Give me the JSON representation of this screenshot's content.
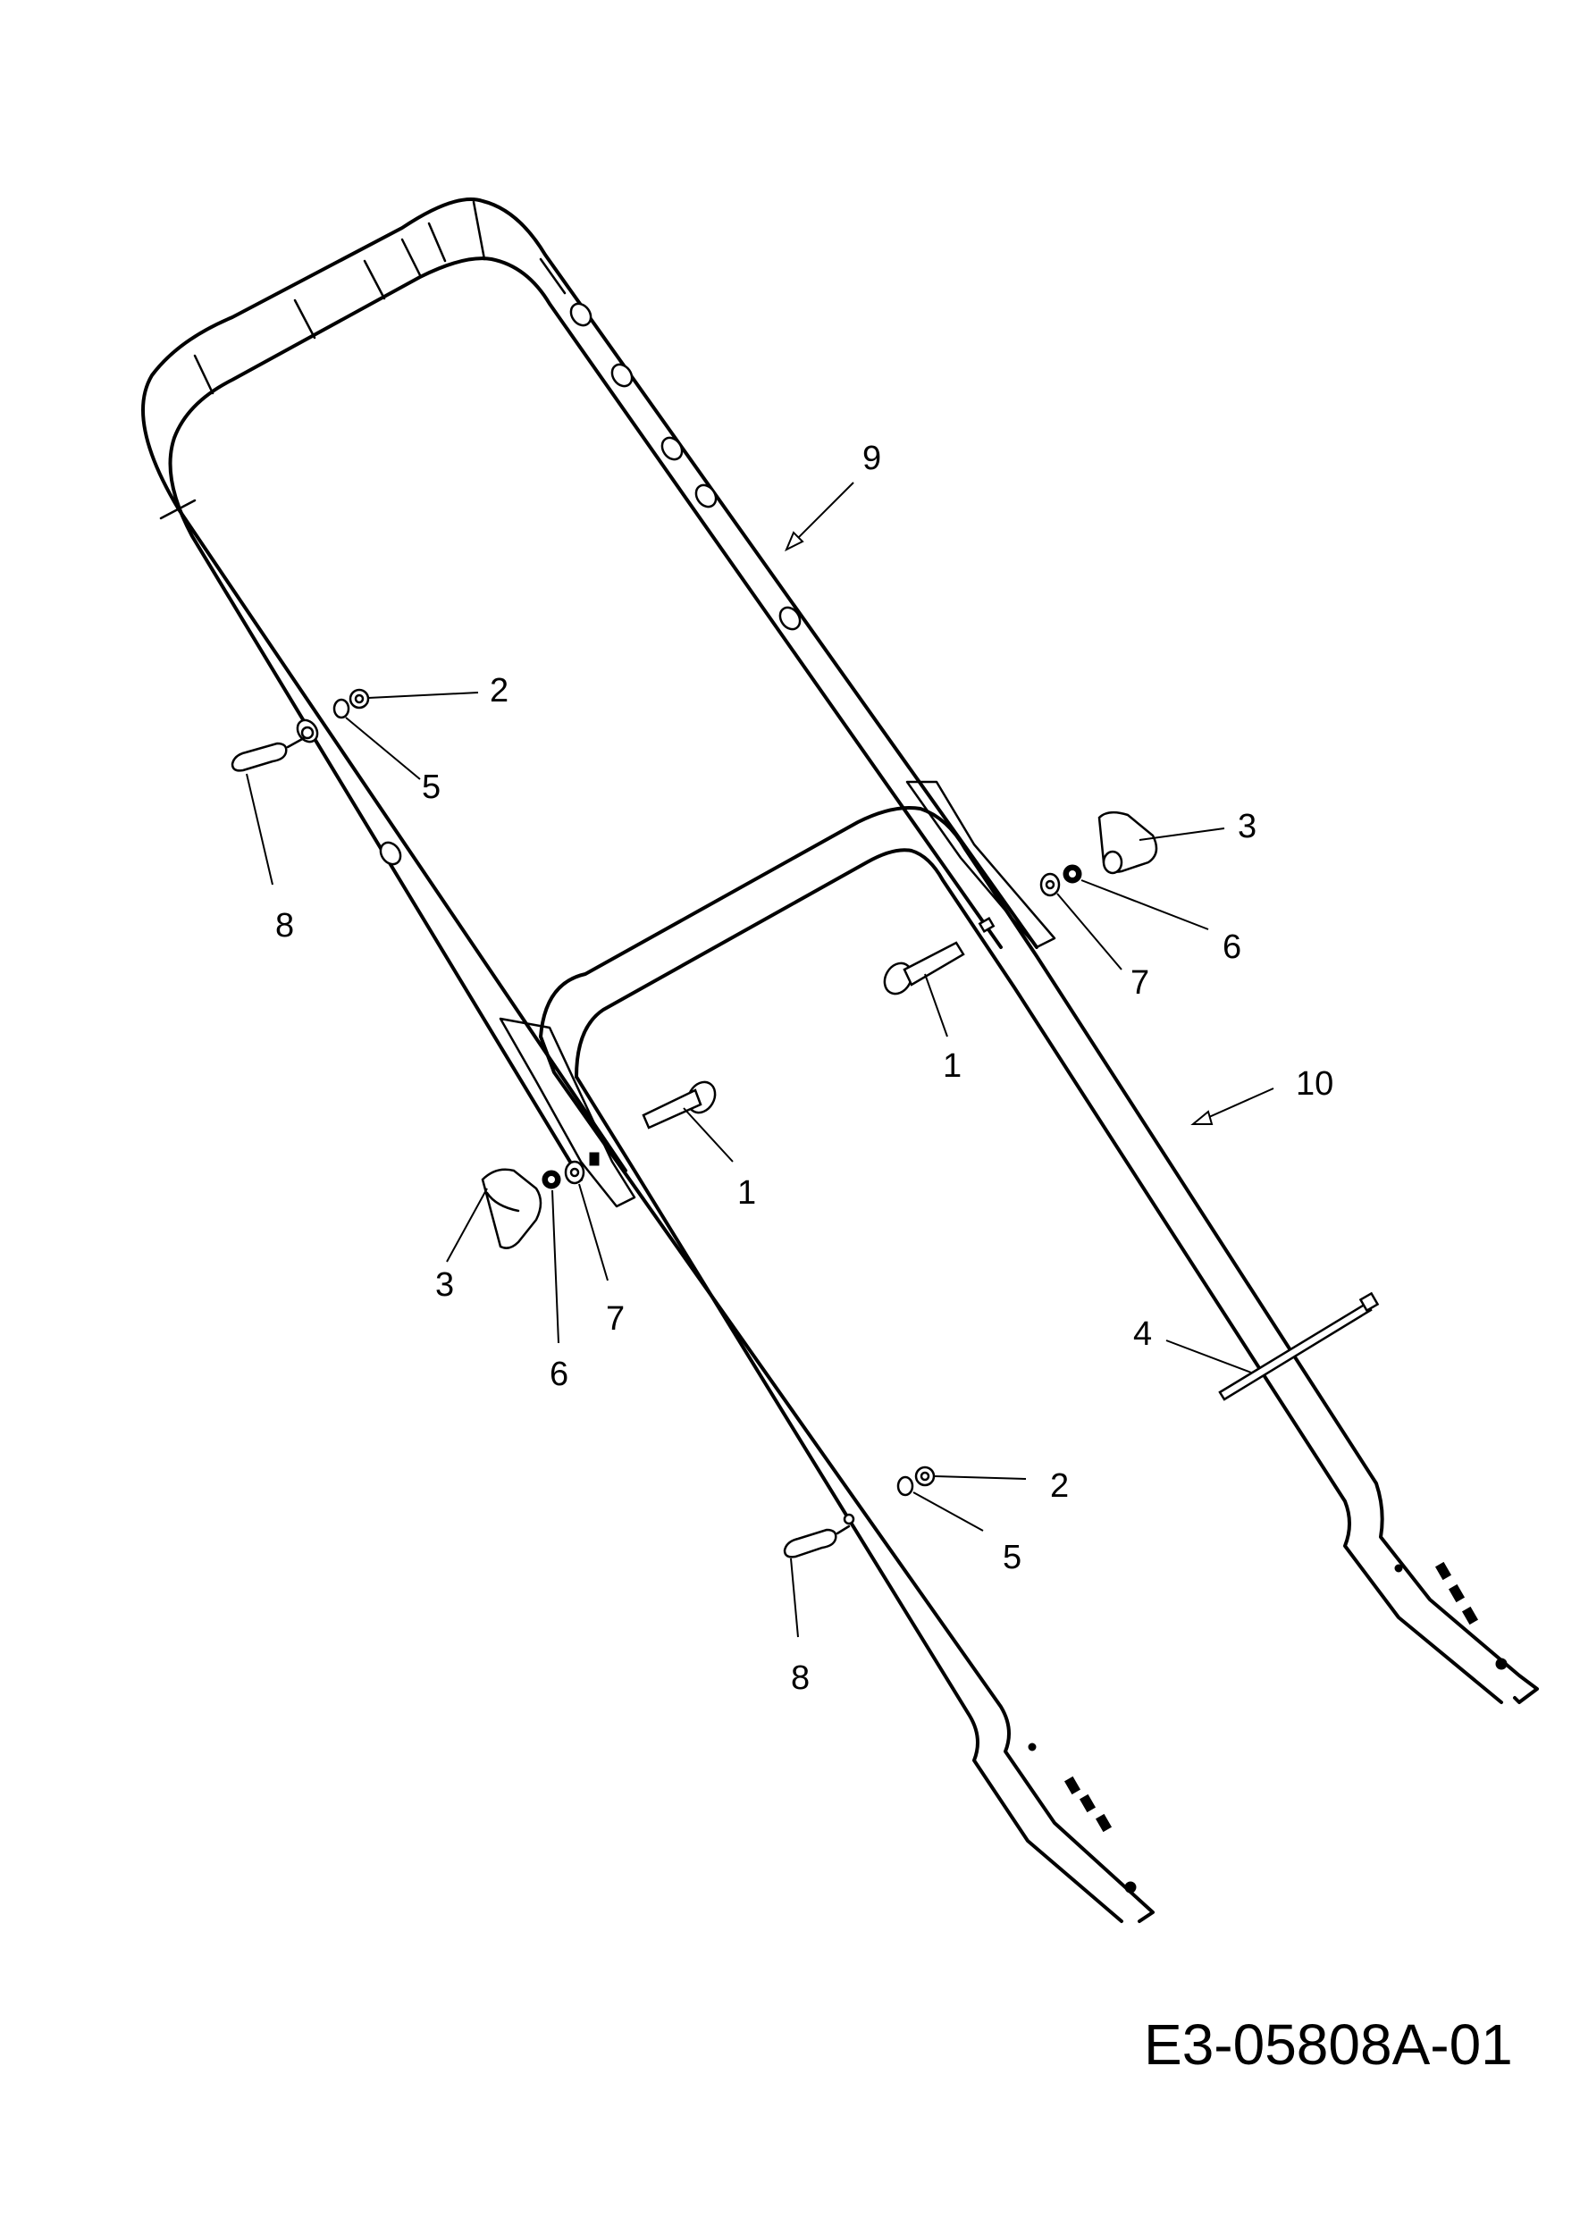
{
  "drawing_code": "E3-05808A-01",
  "callouts": {
    "upper_handle": "9",
    "lower_handle": "10",
    "carriage_bolt_right": "1",
    "carriage_bolt_left": "1",
    "nut_upper_left": "2",
    "nut_lower": "2",
    "knob_right": "3",
    "knob_left": "3",
    "cable_tie": "4",
    "washer_upper_left": "5",
    "washer_lower": "5",
    "lock_washer_right": "6",
    "lock_washer_left": "6",
    "flat_washer_right": "7",
    "flat_washer_left": "7",
    "cable_clip_upper_left": "8",
    "cable_clip_lower": "8"
  }
}
